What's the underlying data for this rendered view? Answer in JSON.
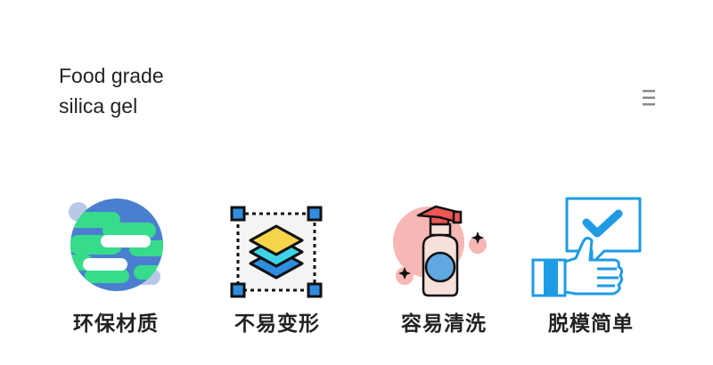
{
  "header": {
    "title_line1": "Food grade",
    "title_line2": "silica gel",
    "menu_icon": "hamburger-menu-icon"
  },
  "features": [
    {
      "label": "环保材质",
      "icon": "earth-icon"
    },
    {
      "label": "不易变形",
      "icon": "layers-icon"
    },
    {
      "label": "容易清洗",
      "icon": "spray-bottle-icon"
    },
    {
      "label": "脱模简单",
      "icon": "thumbs-up-check-icon"
    }
  ],
  "colors": {
    "earth_blue": "#4a7fd0",
    "earth_green": "#37dc8a",
    "layer_yellow": "#f7d54b",
    "layer_cyan": "#3fd3e8",
    "layer_blue": "#2f8de0",
    "bottle_pink": "#f7b7b4",
    "bottle_red": "#f25555",
    "bottle_body": "#f8e1db",
    "thumb_blue": "#1e9be3"
  }
}
